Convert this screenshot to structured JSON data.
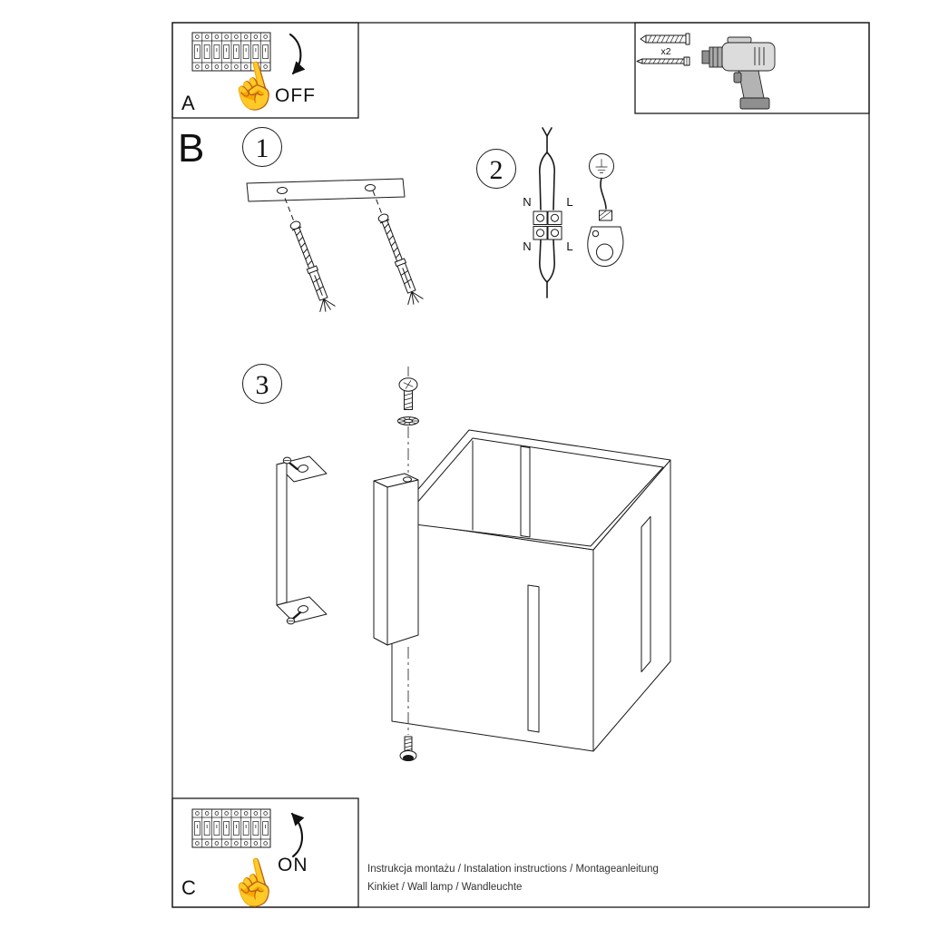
{
  "sheet": {
    "panel_a": {
      "letter": "A",
      "action": "OFF"
    },
    "panel_c": {
      "letter": "C",
      "action": "ON"
    },
    "section_b": {
      "letter": "B"
    },
    "steps": {
      "one": "1",
      "two": "2",
      "three": "3"
    },
    "parts_box": {
      "quantity": "x2"
    },
    "wiring": {
      "neutral": "N",
      "live": "L"
    },
    "icons": {
      "pointing_hand": "☝"
    },
    "footer": {
      "line1": "Instrukcja montażu / Instalation instructions / Montageanleitung",
      "line2": "Kinkiet  / Wall lamp / Wandleuchte"
    },
    "colors": {
      "ink": "#1a1a1a",
      "paper": "#ffffff"
    }
  }
}
